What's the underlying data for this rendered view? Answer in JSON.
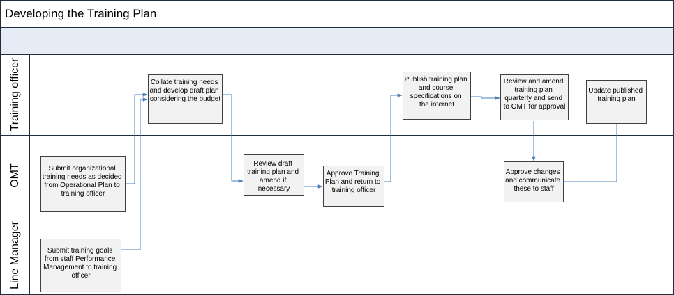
{
  "title": "Developing the Training Plan",
  "colors": {
    "border": "#1f2d3d",
    "title_bg": "#ffffff",
    "band_bg": "#e6ecf5",
    "lane_bg": "#ffffff",
    "box_fill": "#f2f2f2",
    "box_stroke": "#404040",
    "arrow": "#4a7ebb"
  },
  "lanes": [
    {
      "id": "training-officer",
      "label": "Training officer"
    },
    {
      "id": "omt",
      "label": "OMT"
    },
    {
      "id": "line-manager",
      "label": "Line Manager"
    }
  ],
  "boxes": [
    {
      "id": "collate",
      "lines": [
        "Collate training needs",
        "and develop draft plan",
        "considering the budget"
      ]
    },
    {
      "id": "publish",
      "lines": [
        "Publish training plan",
        "and course",
        "specifications on",
        "the internet"
      ]
    },
    {
      "id": "review-amend",
      "lines": [
        "Review and amend",
        "training plan",
        "quarterly and send",
        "to OMT for approval"
      ]
    },
    {
      "id": "update-published",
      "lines": [
        "Update published",
        "training plan"
      ]
    },
    {
      "id": "submit-org",
      "lines": [
        "Submit organizational",
        "training needs as decided",
        "from Operational Plan to",
        "training officer"
      ]
    },
    {
      "id": "review-draft",
      "lines": [
        "Review draft",
        "training plan and",
        "amend if",
        "necessary"
      ]
    },
    {
      "id": "approve-return",
      "lines": [
        "Approve Training",
        "Plan and return to",
        "training  officer"
      ]
    },
    {
      "id": "approve-changes",
      "lines": [
        "Approve changes",
        "and communicate",
        "these to staff"
      ]
    },
    {
      "id": "submit-goals",
      "lines": [
        "Submit training goals",
        "from staff Performance",
        "Management to training",
        "officer"
      ]
    }
  ]
}
